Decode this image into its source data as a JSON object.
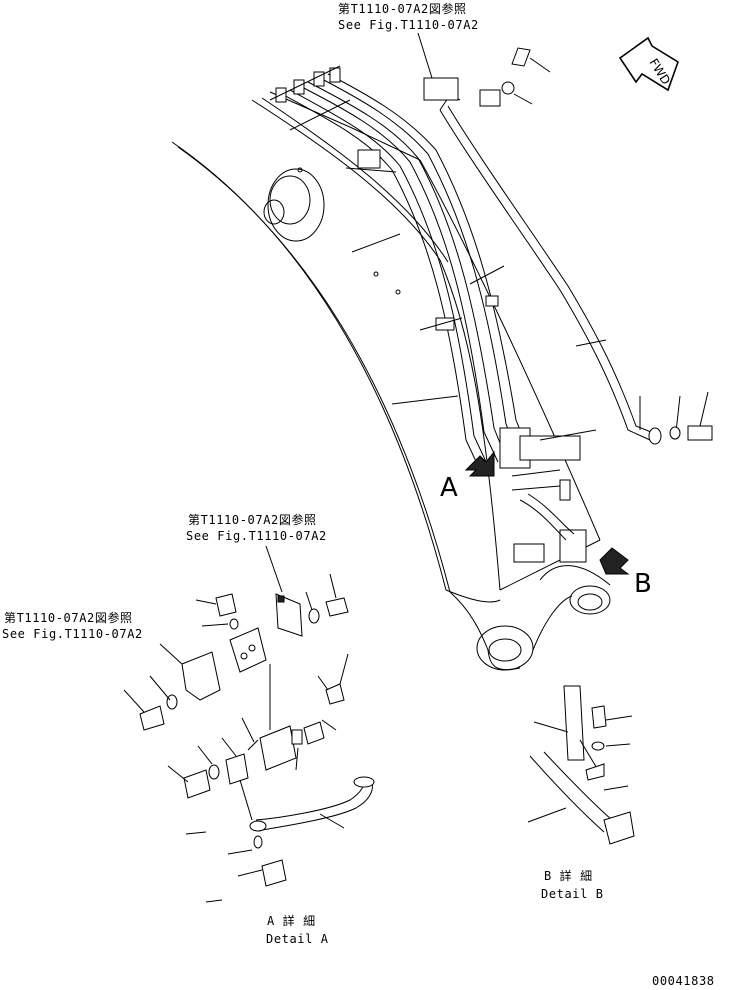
{
  "references": {
    "top": {
      "jp": "第T1110-07A2図参照",
      "en": "See Fig.T1110-07A2"
    },
    "middle": {
      "jp": "第T1110-07A2図参照",
      "en": "See Fig.T1110-07A2"
    },
    "left": {
      "jp": "第T1110-07A2図参照",
      "en": "See Fig.T1110-07A2"
    }
  },
  "direction_marker": "FWD",
  "view_markers": {
    "a": "A",
    "b": "B"
  },
  "details": {
    "a": {
      "jp": "A 詳 細",
      "en": "Detail A"
    },
    "b": {
      "jp": "B 詳 細",
      "en": "Detail B"
    }
  },
  "drawing_number": "00041838"
}
